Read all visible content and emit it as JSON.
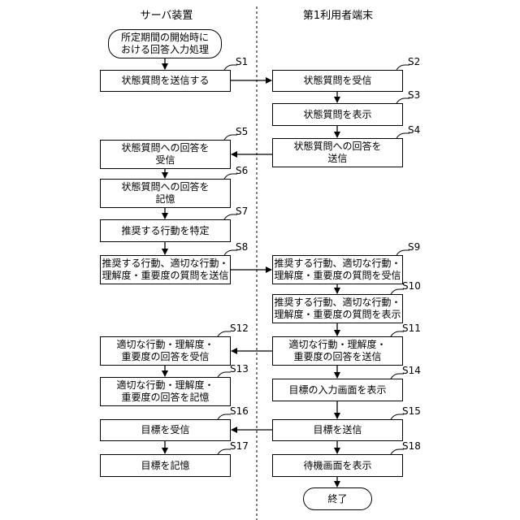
{
  "headers": {
    "left": "サーバ装置",
    "right": "第1利用者端末"
  },
  "start": {
    "line1": "所定期間の開始時に",
    "line2": "おける回答入力処理"
  },
  "end": {
    "label": "終了"
  },
  "left_steps": [
    {
      "id": "S1",
      "line1": "状態質問を送信する",
      "line2": ""
    },
    {
      "id": "S5",
      "line1": "状態質問への回答を",
      "line2": "受信"
    },
    {
      "id": "S6",
      "line1": "状態質問への回答を",
      "line2": "記憶"
    },
    {
      "id": "S7",
      "line1": "推奨する行動を特定",
      "line2": ""
    },
    {
      "id": "S8",
      "line1": "推奨する行動、適切な行動・",
      "line2": "理解度・重要度の質問を送信"
    },
    {
      "id": "S12",
      "line1": "適切な行動・理解度・",
      "line2": "重要度の回答を受信"
    },
    {
      "id": "S13",
      "line1": "適切な行動・理解度・",
      "line2": "重要度の回答を記憶"
    },
    {
      "id": "S16",
      "line1": "目標を受信",
      "line2": ""
    },
    {
      "id": "S17",
      "line1": "目標を記憶",
      "line2": ""
    }
  ],
  "right_steps": [
    {
      "id": "S2",
      "line1": "状態質問を受信",
      "line2": ""
    },
    {
      "id": "S3",
      "line1": "状態質問を表示",
      "line2": ""
    },
    {
      "id": "S4",
      "line1": "状態質問への回答を",
      "line2": "送信"
    },
    {
      "id": "S9",
      "line1": "推奨する行動、適切な行動・",
      "line2": "理解度・重要度の質問を受信"
    },
    {
      "id": "S10",
      "line1": "推奨する行動、適切な行動・",
      "line2": "理解度・重要度の質問を表示"
    },
    {
      "id": "S11",
      "line1": "適切な行動・理解度・",
      "line2": "重要度の回答を送信"
    },
    {
      "id": "S14",
      "line1": "目標の入力画面を表示",
      "line2": ""
    },
    {
      "id": "S15",
      "line1": "目標を送信",
      "line2": ""
    },
    {
      "id": "S18",
      "line1": "待機画面を表示",
      "line2": ""
    }
  ]
}
